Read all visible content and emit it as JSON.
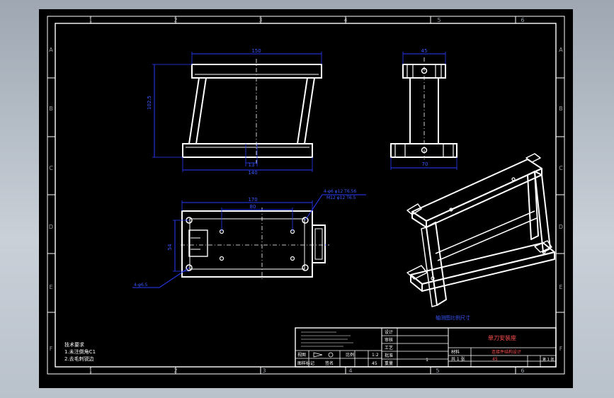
{
  "colors": {
    "background": "#b9c1cb",
    "sheet": "#000000",
    "lines": "#ffffff",
    "dimensions": "#2a3cff",
    "note": "#3b57ff",
    "title_accent": "#ff5050"
  },
  "zones": {
    "cols_top": [
      "1",
      "2",
      "3",
      "4",
      "5",
      "6"
    ],
    "cols_bottom": [
      "1",
      "2",
      "3",
      "4",
      "5",
      "6"
    ],
    "rows": [
      "A",
      "B",
      "C",
      "D",
      "E",
      "F"
    ]
  },
  "front_view": {
    "dim_top": "150",
    "dim_left": "102.5",
    "dim_base": "140",
    "dim_inner": "13"
  },
  "side_view": {
    "dim_top": "45",
    "dim_base": "70"
  },
  "top_view": {
    "dim_outer": "170",
    "dim_inner": "80",
    "dim_side": "54",
    "callout_right_1": "4-φ6 φ12 T6.56",
    "callout_right_2": "M12 φ12 T6.5",
    "callout_left": "4-φ6.5"
  },
  "iso_note": "轴测图比例尺寸",
  "tech_req": {
    "title": "技术要求",
    "line1": "1.未注倒角C1",
    "line2": "2.去毛刺锐边"
  },
  "title_block": {
    "drawing_title": "单刀安装座",
    "drawing_subtitle": "连接件结构设计",
    "stage_label": "图样标记",
    "weight_label": "重量",
    "scale_label": "比例",
    "scale_value": "1:2",
    "designer_label": "设计",
    "checker_label": "审核",
    "process_label": "工艺",
    "approve_label": "批准",
    "count_value": "1",
    "material_label": "材料",
    "material_value": "45",
    "sheet_label": "共 1 张",
    "sheet_value": "第 1 张",
    "proj_label": "视图",
    "signature_value": "签名"
  }
}
